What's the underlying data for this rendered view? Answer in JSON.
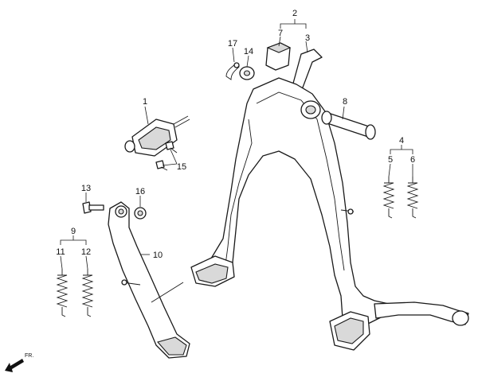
{
  "callouts": {
    "c1": "1",
    "c2": "2",
    "c3": "3",
    "c4": "4",
    "c5": "5",
    "c6": "6",
    "c7": "7",
    "c8": "8",
    "c9": "9",
    "c10": "10",
    "c11": "11",
    "c12": "12",
    "c13": "13",
    "c14": "14",
    "c15": "15",
    "c16": "16",
    "c17": "17"
  },
  "direction_label": "FR.",
  "colors": {
    "line": "#1a1a1a",
    "shade": "#d9d9d9",
    "background": "#ffffff"
  }
}
